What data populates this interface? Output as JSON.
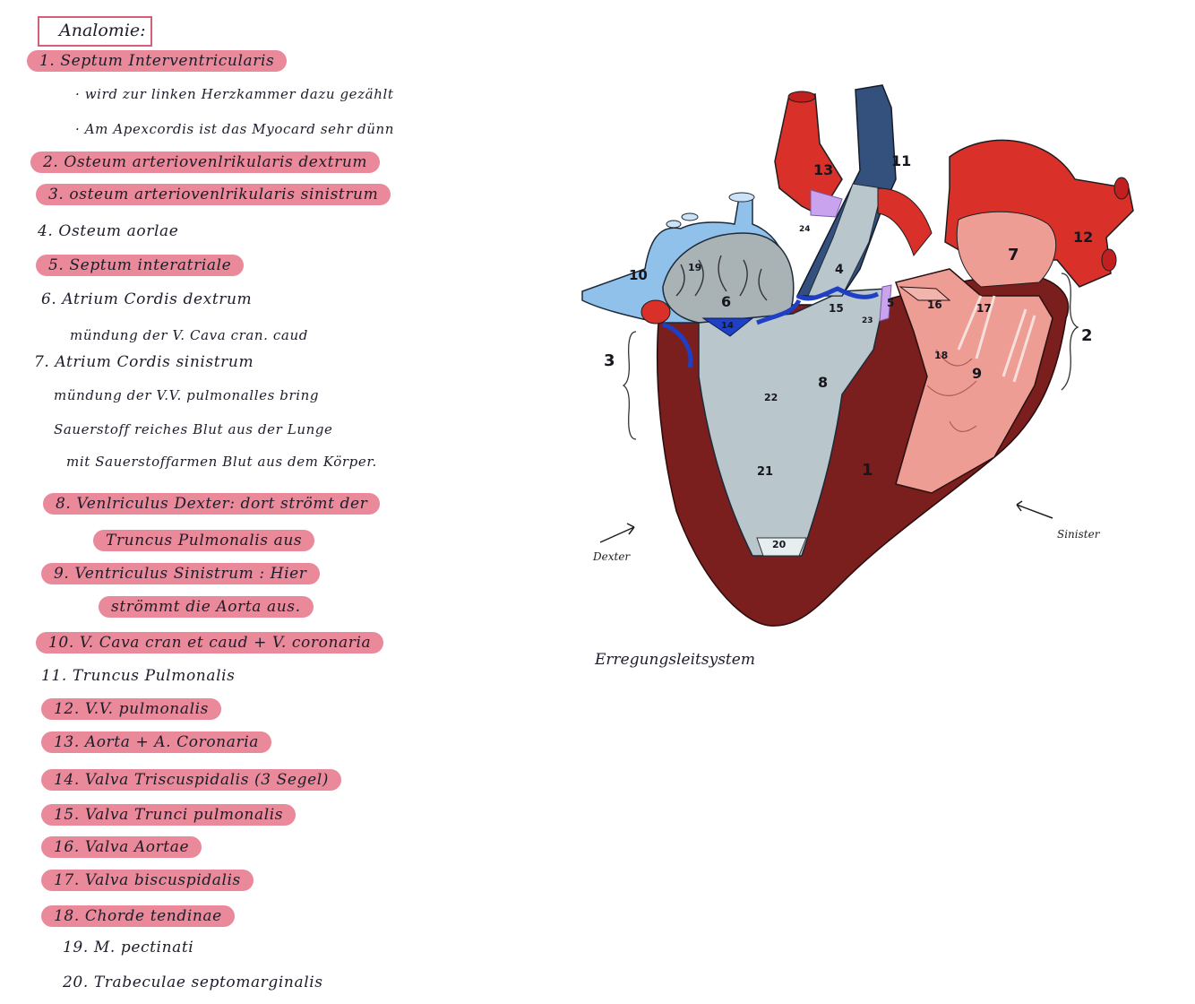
{
  "title": "Analomie:",
  "lines": [
    "1.   Septum  Interventricularis",
    "· wird zur linken Herzkammer  dazu gezählt",
    "· Am Apexcordis ist das Myocard  sehr dünn",
    "2.  Osteum  arteriovenlrikularis  dextrum",
    "3.  osteum  arteriovenlrikularis  sinistrum",
    "4.  Osteum   aorlae",
    "5.  Septum  interatriale",
    "6. Atrium  Cordis  dextrum",
    "mündung  der  V. Cava  cran. caud",
    "7. Atrium  Cordis sinistrum",
    "mündung der V.V. pulmonalles bring",
    "Sauerstoff reiches Blut aus  der Lunge",
    "mit Sauerstoffarmen Blut aus dem Körper.",
    "8.  Venlriculus  Dexter: dort   strömt   der",
    "Truncus  Pulmonalis  aus",
    "9.  Ventriculus  Sinistrum  :  Hier",
    "strömmt  die  Aorta aus.",
    "10.  V. Cava  cran et  caud +  V. coronaria",
    "11.  Truncus  Pulmonalis",
    "12.  V.V.  pulmonalis",
    "13.  Aorta  +  A. Coronaria",
    "14.  Valva  Triscuspidalis  (3 Segel)",
    "15.  Valva  Trunci  pulmonalis",
    "16.  Valva  Aortae",
    "17.  Valva  biscuspidalis",
    "18.  Chorde  tendinae",
    "19.  M.  pectinati",
    "20.  Trabeculae  septomarginalis"
  ],
  "diagram_labels": {
    "n1": "1",
    "n2": "2",
    "n3": "3",
    "n4": "4",
    "n5": "5",
    "n6": "6",
    "n7": "7",
    "n8": "8",
    "n9": "9",
    "n10": "10",
    "n11": "11",
    "n12": "12",
    "n13": "13",
    "n14": "14",
    "n15": "15",
    "n16": "16",
    "n17": "17",
    "n18": "18",
    "n19": "19",
    "n20": "20",
    "n21": "21",
    "n22": "22",
    "n23": "23",
    "n24": "24",
    "dexter": "Dexter",
    "sinister": "Sinister"
  },
  "caption": "Erregungsleitsystem",
  "colors": {
    "highlight": "#e9899a",
    "myocard": "#7a1e1e",
    "arteries": "#d9302a",
    "veins_blue": "#8fc1ea",
    "pulmonary_trunk": "#34507c",
    "right_chamber": "#b9c7cc",
    "left_chamber": "#ee9d95",
    "valve_blue": "#1f3fc4",
    "septum_lilac": "#c9a3ee"
  }
}
